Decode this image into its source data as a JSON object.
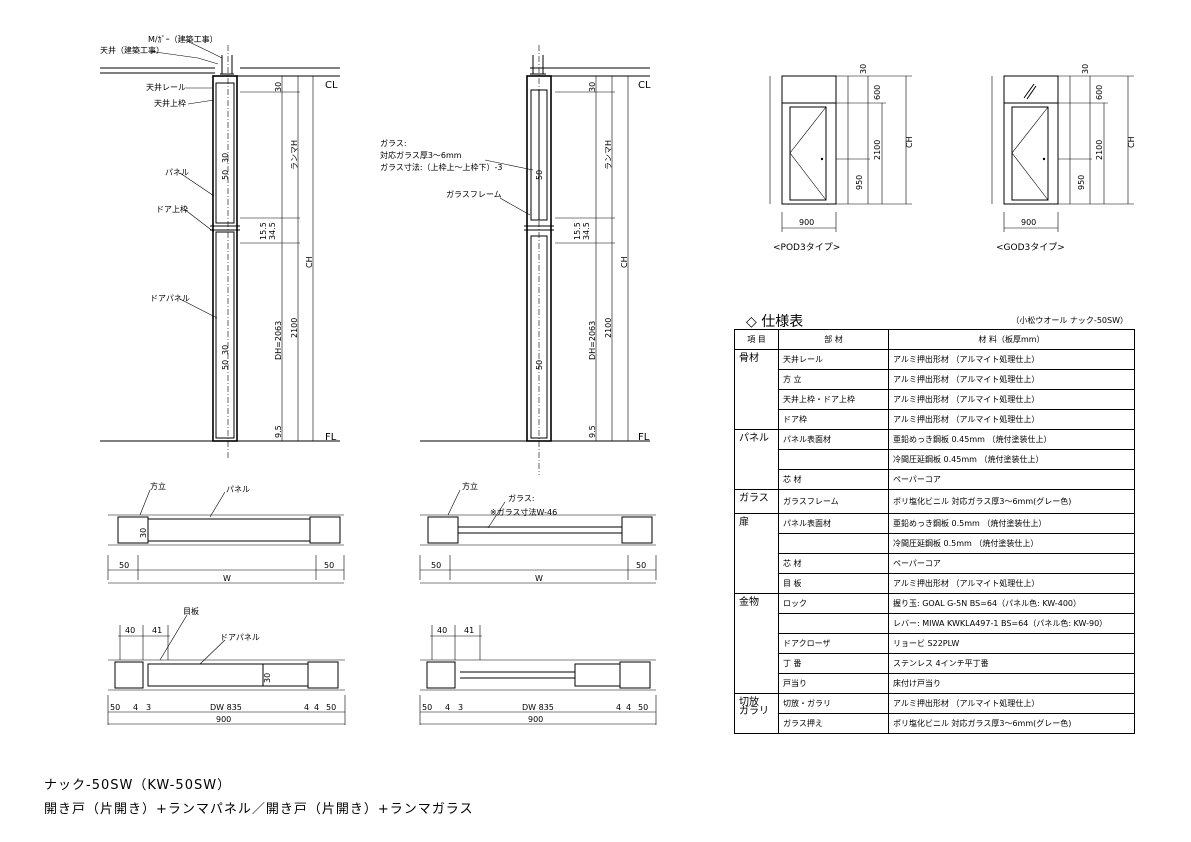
{
  "section_left": {
    "mullion": "M/ｶﾞｰ（建築工事）",
    "ceiling": "天井（建築工事）",
    "ceiling_rail": "天井レール",
    "ceiling_top_frame": "天井上枠",
    "panel": "パネル",
    "door_top_frame": "ドア上枠",
    "door_panel": "ドアパネル",
    "cl": "CL",
    "fl": "FL",
    "dim_top": "30",
    "dim_ramma": "ランマH",
    "dim_ch": "CH",
    "dim_dh": "DH=2063",
    "dim_2100": "2100",
    "dim_155": "15.5",
    "dim_345": "34.5",
    "dim_95": "9.5",
    "num_30a": "30",
    "num_50a": "50",
    "num_30b": "30",
    "num_50b": "50"
  },
  "section_right": {
    "glass_label": "ガラス:",
    "glass_spec_1": "対応ガラス厚3～6mm",
    "glass_spec_2": "ガラス寸法:（上枠上～上枠下）-3",
    "glass_frame": "ガラスフレーム",
    "cl": "CL",
    "fl": "FL",
    "dim_top": "30",
    "dim_ramma": "ランマH",
    "dim_ch": "CH",
    "dim_dh": "DH=2063",
    "dim_2100": "2100",
    "dim_155": "15.5",
    "dim_345": "34.5",
    "dim_95": "9.5",
    "num_50a": "50",
    "num_50b": "50"
  },
  "plan_panel": {
    "post": "方立",
    "panel": "パネル",
    "left": "50",
    "right": "50",
    "width": "W",
    "num": "30"
  },
  "plan_glass": {
    "post": "方立",
    "glass": "ガラス:",
    "glass_dim": "※ガラス寸法W-46",
    "left": "50",
    "right": "50",
    "width": "W"
  },
  "plan_door_1": {
    "face_board": "目板",
    "door_panel": "ドアパネル",
    "d40": "40",
    "d41": "41",
    "b50l": "50",
    "b4l": "4",
    "b3": "3",
    "dw": "DW 835",
    "b4r": "4",
    "b4r2": "4",
    "b50r": "50",
    "total": "900",
    "num": "30"
  },
  "plan_door_2": {
    "d40": "40",
    "d41": "41",
    "b50l": "50",
    "b4l": "4",
    "b3": "3",
    "dw": "DW 835",
    "b4r": "4",
    "b4r2": "4",
    "b50r": "50",
    "total": "900"
  },
  "elev_pod": {
    "d30": "30",
    "d600": "600",
    "ch": "CH",
    "d2100": "2100",
    "d950": "950",
    "w": "900",
    "caption": "<POD3タイプ>"
  },
  "elev_god": {
    "d30": "30",
    "d600": "600",
    "ch": "CH",
    "d2100": "2100",
    "d950": "950",
    "w": "900",
    "caption": "<GOD3タイプ>"
  },
  "spec": {
    "title": "◇ 仕様表",
    "subtitle": "（小松ウオール ナック-50SW）",
    "header": {
      "item": "項 目",
      "part": "部 材",
      "material": "材 料（板厚mm）"
    },
    "rows": [
      {
        "cat": "骨材",
        "part": "天井レール",
        "mat": "アルミ押出形材 （アルマイト処理仕上）"
      },
      {
        "cat": "",
        "part": "方 立",
        "mat": "アルミ押出形材 （アルマイト処理仕上）"
      },
      {
        "cat": "",
        "part": "天井上枠・ドア上枠",
        "mat": "アルミ押出形材 （アルマイト処理仕上）"
      },
      {
        "cat": "",
        "part": "ドア枠",
        "mat": "アルミ押出形材 （アルマイト処理仕上）"
      },
      {
        "cat": "パネル",
        "part": "パネル表面材",
        "mat": "亜鉛めっき鋼板 0.45mm （焼付塗装仕上）"
      },
      {
        "cat": "",
        "part": "",
        "mat": "冷間圧延鋼板 0.45mm （焼付塗装仕上）"
      },
      {
        "cat": "",
        "part": "芯 材",
        "mat": "ペーパーコア"
      },
      {
        "cat": "ガラス",
        "part": "ガラスフレーム",
        "mat": "ポリ塩化ビニル 対応ガラス厚3～6mm(グレー色)"
      },
      {
        "cat": "扉",
        "part": "パネル表面材",
        "mat": "亜鉛めっき鋼板 0.5mm （焼付塗装仕上）"
      },
      {
        "cat": "",
        "part": "",
        "mat": "冷間圧延鋼板 0.5mm （焼付塗装仕上）"
      },
      {
        "cat": "",
        "part": "芯 材",
        "mat": "ペーパーコア"
      },
      {
        "cat": "",
        "part": "目 板",
        "mat": "アルミ押出形材 （アルマイト処理仕上）"
      },
      {
        "cat": "金物",
        "part": "ロック",
        "mat": "握り玉: GOAL G-5N BS=64（パネル色: KW-400）"
      },
      {
        "cat": "",
        "part": "",
        "mat": "レバー: MIWA KWKLA497-1 BS=64（パネル色: KW-90）"
      },
      {
        "cat": "",
        "part": "ドアクローザ",
        "mat": "リョービ S22PLW"
      },
      {
        "cat": "",
        "part": "丁 番",
        "mat": "ステンレス 4インチ平丁番"
      },
      {
        "cat": "",
        "part": "戸当り",
        "mat": "床付け戸当り"
      },
      {
        "cat": "切放\nガラリ",
        "part": "切放・ガラリ",
        "mat": "アルミ押出形材 （アルマイト処理仕上）"
      },
      {
        "cat": "",
        "part": "ガラス押え",
        "mat": "ポリ塩化ビニル 対応ガラス厚3～6mm(グレー色)"
      }
    ]
  },
  "footer": {
    "line1": "ナック-50SW（KW-50SW）",
    "line2": "開き戸（片開き）+ランマパネル／開き戸（片開き）+ランマガラス"
  }
}
